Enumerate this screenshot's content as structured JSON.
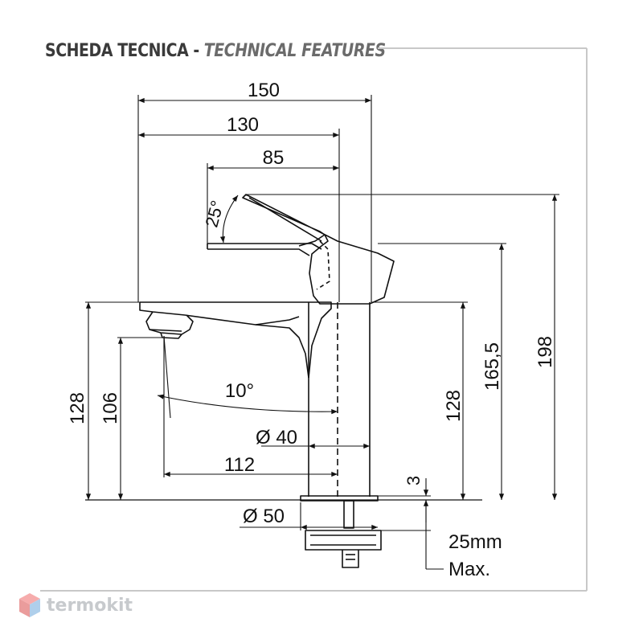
{
  "header": {
    "title_it": "SCHEDA TECNICA",
    "separator": "-",
    "title_en": "TECHNICAL FEATURES"
  },
  "dimensions": {
    "width_total": "150",
    "width_130": "130",
    "width_85": "85",
    "angle_lever": "25°",
    "height_198": "198",
    "height_165": "165,5",
    "height_128_right": "128",
    "height_128_left": "128",
    "height_106": "106",
    "angle_spout": "10°",
    "diameter_40": "Ø 40",
    "reach_112": "112",
    "base_3": "3",
    "diameter_50": "Ø 50",
    "deck_thickness": "25mm",
    "deck_max": "Max."
  },
  "brand": {
    "name": "termokit",
    "colors": {
      "top": "#f06a6a",
      "left": "#d94c4c",
      "right": "#6fa8dc"
    }
  }
}
